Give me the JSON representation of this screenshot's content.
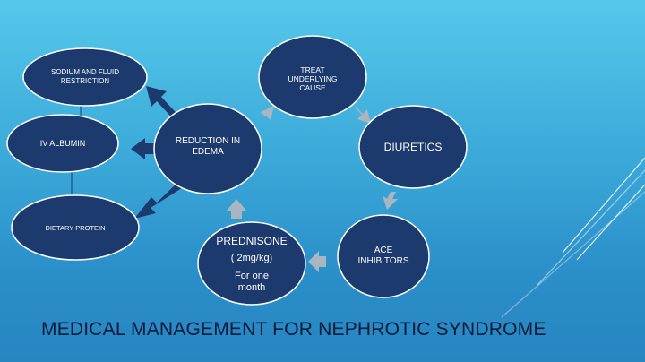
{
  "slide": {
    "title": "MEDICAL MANAGEMENT FOR NEPHROTIC SYNDROME"
  },
  "nodes": {
    "sodium": {
      "lines": [
        "SODIUM AND FLUID",
        "RESTRICTION"
      ]
    },
    "albumin": {
      "lines": [
        "IV ALBUMIN"
      ]
    },
    "dietary": {
      "lines": [
        "DIETARY PROTEIN"
      ]
    },
    "reduction": {
      "lines": [
        "REDUCTION IN",
        "EDEMA"
      ]
    },
    "treat": {
      "lines": [
        "TREAT",
        "UNDERLYING",
        "CAUSE"
      ]
    },
    "diuretics": {
      "lines": [
        "DIURETICS"
      ]
    },
    "ace": {
      "lines": [
        "ACE",
        "INHIBITORS"
      ]
    },
    "prednisone": {
      "lines": [
        "PREDNISONE",
        "( 2mg/kg)",
        "For one",
        "month"
      ]
    }
  },
  "colors": {
    "node_fill": "#1d3a6e",
    "node_stroke": "#ffffff",
    "arrow_navy": "#1d3a6e",
    "arrow_grey": "#a9b6c2",
    "title": "#0c1b3a"
  }
}
